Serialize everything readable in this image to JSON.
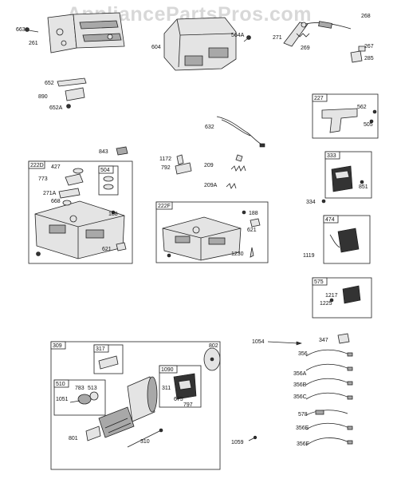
{
  "watermark": "AppliancePartsPros.com",
  "callouts": {
    "c663": "663",
    "c261": "261",
    "c604": "604",
    "c564a": "564A",
    "c268": "268",
    "c271": "271",
    "c269": "269",
    "c267": "267",
    "c285": "285",
    "c652": "652",
    "c890": "890",
    "c652a": "652A",
    "c562": "562",
    "c505": "505",
    "c632": "632",
    "c843": "843",
    "c1172": "1172",
    "c792": "792",
    "c209": "209",
    "c209a": "209A",
    "c427": "427",
    "c773": "773",
    "c271a": "271A",
    "c668": "668",
    "c188a": "188",
    "c621a": "621",
    "c188b": "188",
    "c621b": "621",
    "c1230": "1230",
    "c851": "851",
    "c334": "334",
    "c1119": "1119",
    "c1217": "1217",
    "c1225": "1225",
    "c1054": "1054",
    "c347": "347",
    "c356": "356",
    "c356a": "356A",
    "c356b": "356B",
    "c356c": "356C",
    "c578": "578",
    "c356e": "356E",
    "c356f": "356F",
    "c1059": "1059",
    "c802": "802",
    "c311": "311",
    "c675": "675",
    "c797": "797",
    "c783": "783",
    "c513": "513",
    "c1051": "1051",
    "c801": "801",
    "c310": "310"
  },
  "boxes": {
    "b227": "227",
    "b333": "333",
    "b474": "474",
    "b575": "575",
    "b222d": "222D",
    "b504": "504",
    "b222f": "222F",
    "b309": "309",
    "b317": "317",
    "b1090": "1090",
    "b510": "510"
  }
}
